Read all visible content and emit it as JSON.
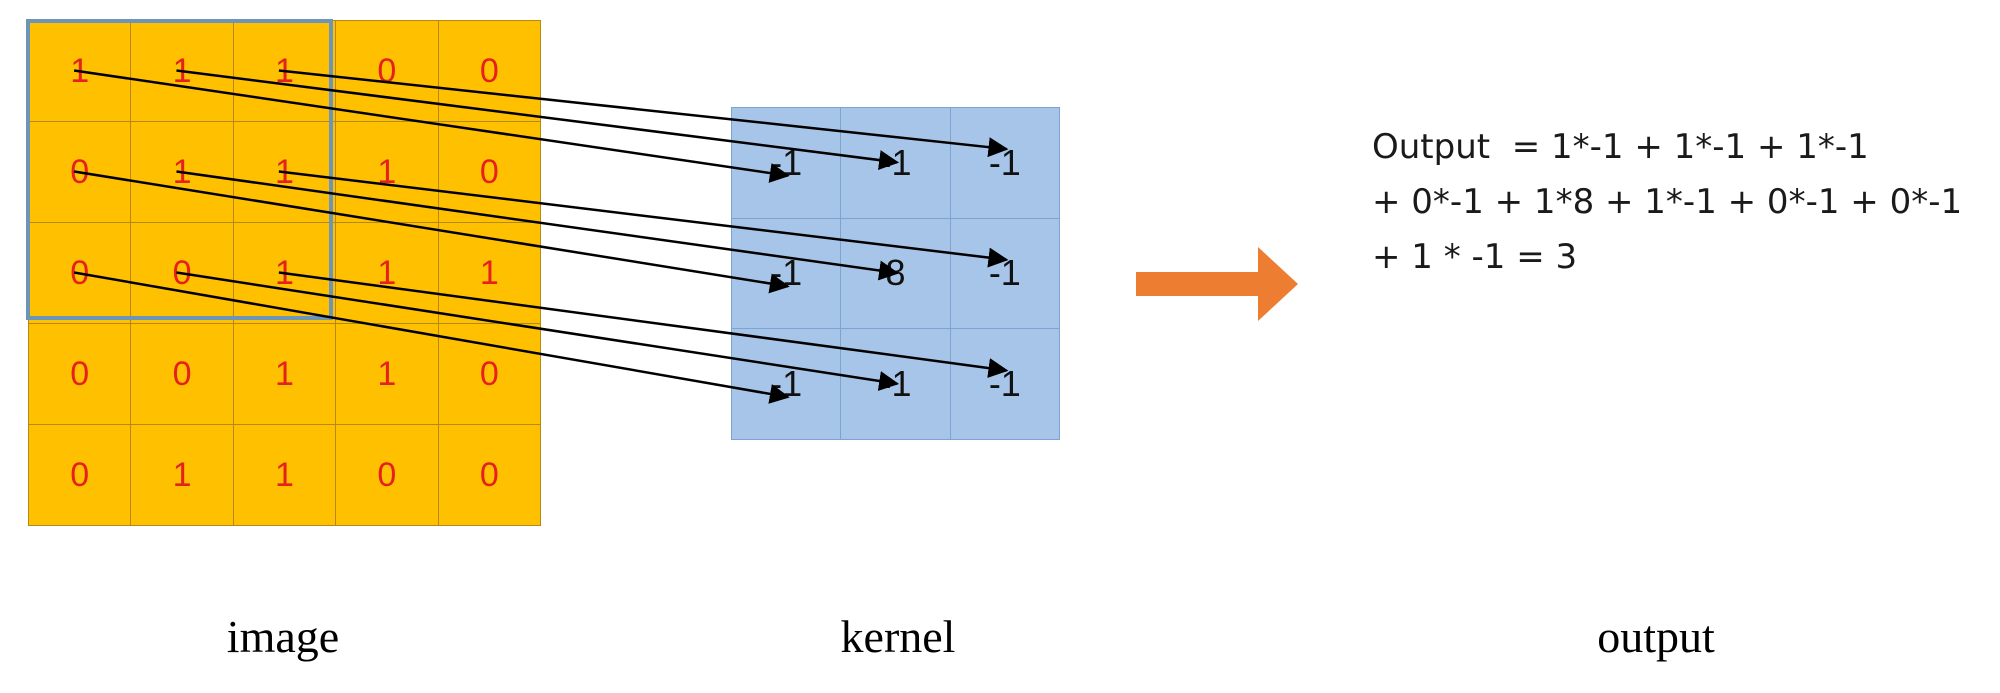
{
  "image": {
    "rows": [
      [
        "1",
        "1",
        "1",
        "0",
        "0"
      ],
      [
        "0",
        "1",
        "1",
        "1",
        "0"
      ],
      [
        "0",
        "0",
        "1",
        "1",
        "1"
      ],
      [
        "0",
        "0",
        "1",
        "1",
        "0"
      ],
      [
        "0",
        "1",
        "1",
        "0",
        "0"
      ]
    ]
  },
  "kernel": {
    "rows": [
      [
        "-1",
        "-1",
        "-1"
      ],
      [
        "-1",
        "8",
        "-1"
      ],
      [
        "-1",
        "-1",
        "-1"
      ]
    ]
  },
  "output": {
    "lines": [
      "Output  = 1*-1 + 1*-1 + 1*-1",
      "+ 0*-1 + 1*8 + 1*-1 + 0*-1 + 0*-1",
      "+ 1 * -1 = 3"
    ]
  },
  "captions": {
    "image": "image",
    "kernel": "kernel",
    "output": "output"
  },
  "colors": {
    "image_fill": "#ffc000",
    "image_text": "#e5201f",
    "kernel_fill": "#a7c5e9",
    "highlight_border": "#6c95b7",
    "arrow": "#ed7d31"
  }
}
